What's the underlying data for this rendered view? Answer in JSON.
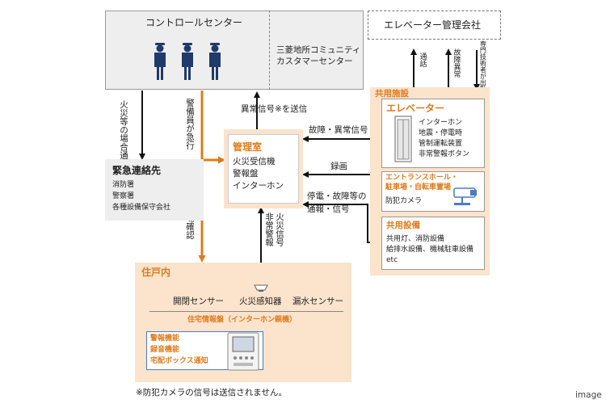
{
  "control_center": {
    "title": "コントロールセンター",
    "customer_center_line1": "三菱地所コミュニティ",
    "customer_center_line2": "カスタマーセンター"
  },
  "elevator_company": {
    "title": "エレベーター管理会社"
  },
  "links": {
    "fire_notice": "火災等の場合通報",
    "guard_rush": "警備員が急行",
    "guard_check": "警備員が現場確認",
    "abnormal_send": "異常信号※を送信",
    "call": "通話",
    "fault_abnormal_v": "故障異常",
    "tech_dispatch": "専門技術者が出動・対応",
    "fault_abnormal_h": "故障・異常信号",
    "recording": "録画",
    "power_outage": "停電・故障等の",
    "notice_signal": "通報・信号",
    "fire_signal": "火災信号",
    "abnormal_alarm": "非常警報"
  },
  "emergency": {
    "title": "緊急連絡先",
    "items": [
      "消防署",
      "警察署",
      "各種設備保守会社"
    ]
  },
  "management_room": {
    "title": "管理室",
    "items": [
      "火災受信機",
      "警報盤",
      "インターホン"
    ]
  },
  "shared_facilities": {
    "title": "共用施設",
    "elevator": {
      "title": "エレベーター",
      "items": [
        "インターホン",
        "地震・停電時",
        "管制運転装置",
        "非常警報ボタン"
      ]
    },
    "entrance": {
      "title_line1": "エントランスホール・",
      "title_line2": "駐車場・自転車置場",
      "item": "防犯カメラ"
    },
    "equipment": {
      "title": "共用設備",
      "items": [
        "共用灯、消防設備",
        "給排水設備、機械駐車設備",
        "etc"
      ]
    }
  },
  "dwelling": {
    "title": "住戸内",
    "sensors": [
      "開閉センサー",
      "火災感知器",
      "漏水センサー"
    ],
    "panel_title": "住宅情報盤（インターホン親機）",
    "functions": [
      "警報機能",
      "録音機能",
      "宅配ボックス通知"
    ]
  },
  "footnote": "※防犯カメラの信号は送信されません。",
  "watermark": "image",
  "colors": {
    "orange": "#e07b1c",
    "orange_fill": "#fbe3cc",
    "navy": "#1f3a6b",
    "gray_fill": "#eeeeee",
    "blue_border": "#4a7cc0"
  }
}
